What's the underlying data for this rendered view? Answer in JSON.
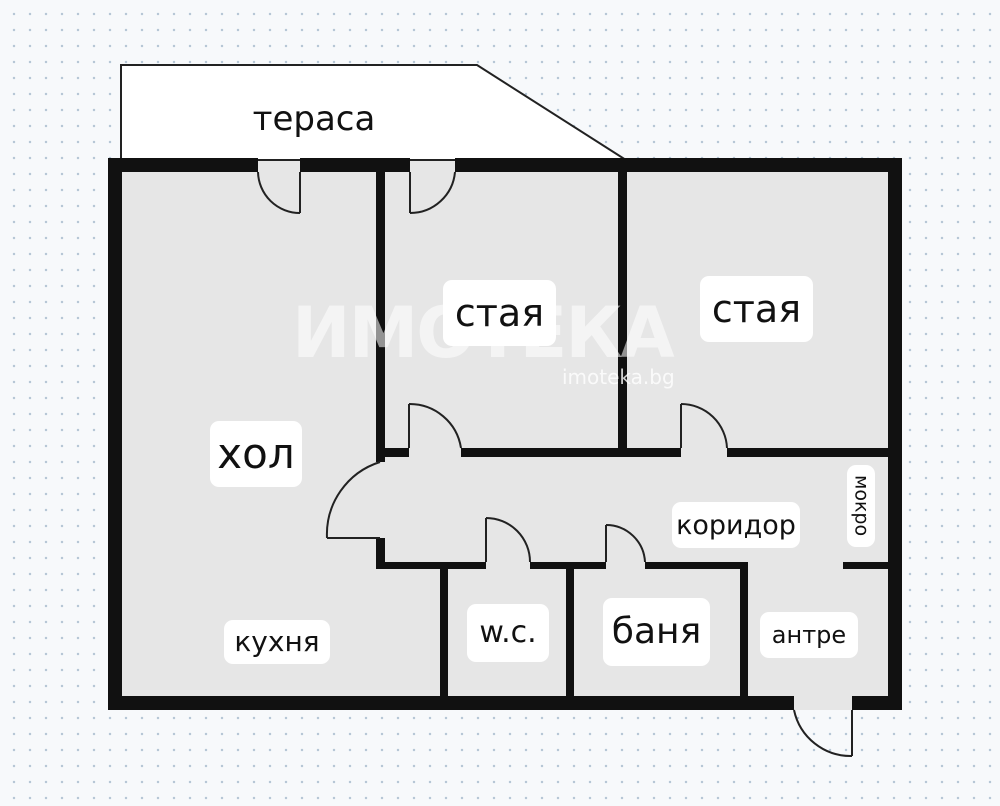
{
  "rooms": {
    "terrace": "тераса",
    "room1": "стая",
    "room2": "стая",
    "living": "хол",
    "kitchen": "кухня",
    "corridor": "коридор",
    "wc": "w.c.",
    "bathroom": "баня",
    "entrance": "антре",
    "wet": "мокро"
  },
  "watermark": {
    "brand": "ИМОТЕКА",
    "url": "imoteka.bg"
  },
  "colors": {
    "walls": "#111111",
    "floor": "#e6e6e6",
    "terrace": "#ffffff",
    "background": "#f7f9fb"
  }
}
